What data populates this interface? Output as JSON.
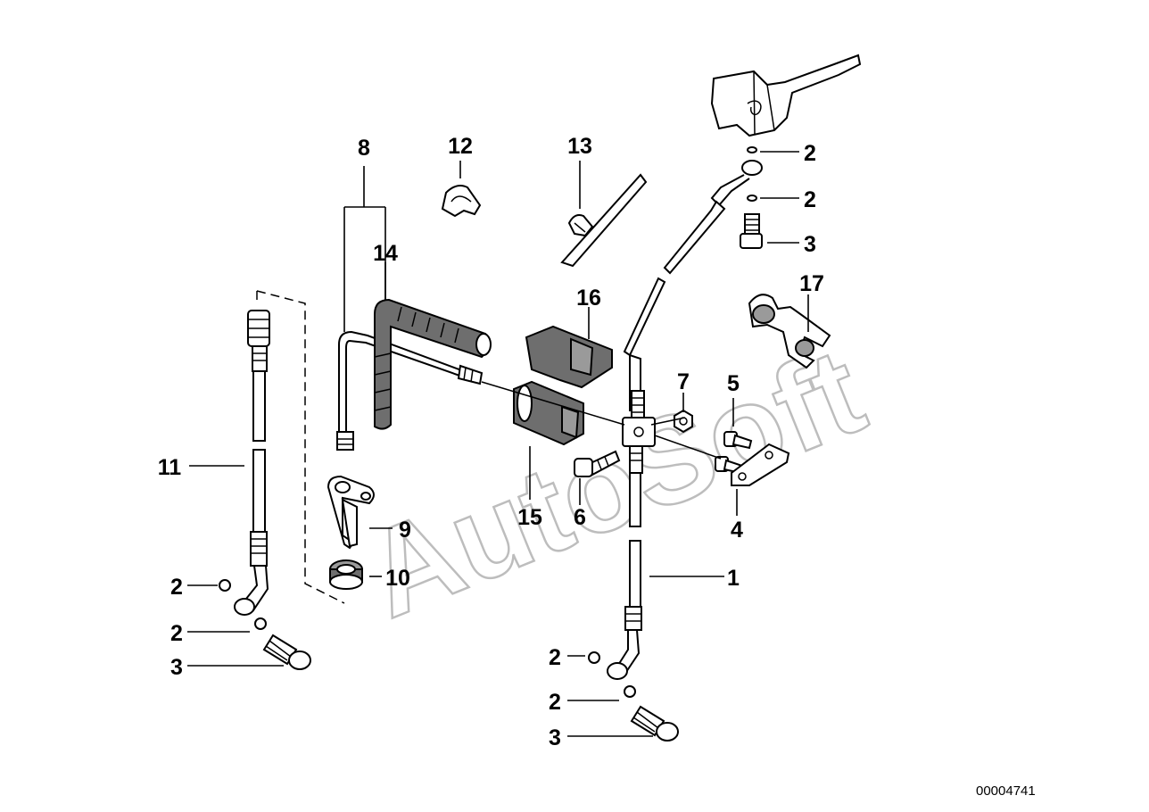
{
  "diagram": {
    "watermark": "AutoSoft",
    "reference_number": "00004741",
    "callouts": [
      {
        "id": "c1",
        "label": "1"
      },
      {
        "id": "c2a",
        "label": "2"
      },
      {
        "id": "c2b",
        "label": "2"
      },
      {
        "id": "c3a",
        "label": "3"
      },
      {
        "id": "c4",
        "label": "4"
      },
      {
        "id": "c5",
        "label": "5"
      },
      {
        "id": "c6",
        "label": "6"
      },
      {
        "id": "c7",
        "label": "7"
      },
      {
        "id": "c8",
        "label": "8"
      },
      {
        "id": "c9",
        "label": "9"
      },
      {
        "id": "c10",
        "label": "10"
      },
      {
        "id": "c11",
        "label": "11"
      },
      {
        "id": "c12",
        "label": "12"
      },
      {
        "id": "c13",
        "label": "13"
      },
      {
        "id": "c14",
        "label": "14"
      },
      {
        "id": "c15",
        "label": "15"
      },
      {
        "id": "c16",
        "label": "16"
      },
      {
        "id": "c17",
        "label": "17"
      },
      {
        "id": "c2c",
        "label": "2"
      },
      {
        "id": "c2d",
        "label": "2"
      },
      {
        "id": "c3b",
        "label": "3"
      },
      {
        "id": "c2e",
        "label": "2"
      },
      {
        "id": "c2f",
        "label": "2"
      },
      {
        "id": "c3c",
        "label": "3"
      }
    ]
  }
}
